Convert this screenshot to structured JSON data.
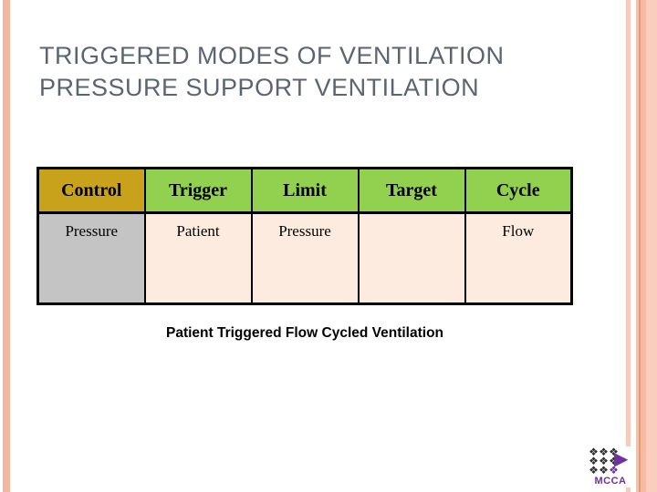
{
  "slide": {
    "title_line1": "TRIGGERED MODES OF VENTILATION",
    "title_line2": "PRESSURE SUPPORT VENTILATION",
    "caption": "Patient Triggered Flow Cycled Ventilation"
  },
  "table": {
    "columns": [
      "Control",
      "Trigger",
      "Limit",
      "Target",
      "Cycle"
    ],
    "rows": [
      [
        "Pressure",
        "Patient",
        "Pressure",
        "",
        "Flow"
      ]
    ]
  },
  "logo": {
    "text": "MCCA",
    "glyph": "❖",
    "arrow": "▶"
  },
  "colors": {
    "header_control_bg": "#c9a21b",
    "header_other_bg": "#92d050",
    "cell_first_bg": "#c4c4c4",
    "cell_other_bg": "#fcebde",
    "title_text": "#5a6472",
    "accent_stripe": "#f3b7a1",
    "stripe_dark_line": "#e89b6f",
    "logo_purple": "#7030a0",
    "table_border": "#000000"
  }
}
